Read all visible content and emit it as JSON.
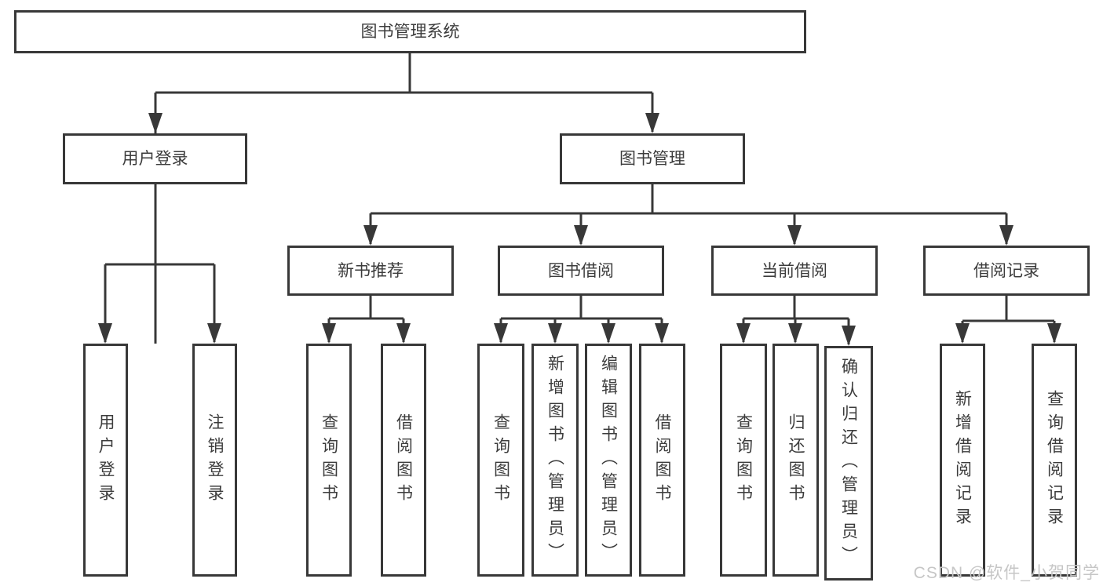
{
  "diagram": {
    "root": {
      "label": "图书管理系统"
    },
    "branches": [
      {
        "label": "用户登录",
        "children": [
          {
            "label": "用户登录"
          },
          {
            "label": "注销登录"
          }
        ]
      },
      {
        "label": "图书管理",
        "children": [
          {
            "label": "新书推荐",
            "children": [
              {
                "label": "查询图书"
              },
              {
                "label": "借阅图书"
              }
            ]
          },
          {
            "label": "图书借阅",
            "children": [
              {
                "label": "查询图书"
              },
              {
                "label": "新增图书（管理员）"
              },
              {
                "label": "编辑图书（管理员）"
              },
              {
                "label": "借阅图书"
              }
            ]
          },
          {
            "label": "当前借阅",
            "children": [
              {
                "label": "查询图书"
              },
              {
                "label": "归还图书"
              },
              {
                "label": "确认归还（管理员）"
              }
            ]
          },
          {
            "label": "借阅记录",
            "children": [
              {
                "label": "新增借阅记录"
              },
              {
                "label": "查询借阅记录"
              }
            ]
          }
        ]
      }
    ]
  },
  "watermark": {
    "text": "CSDN @软件_小贺同学"
  },
  "colors": {
    "line": "#383838",
    "border": "#383838",
    "text": "#3c3c3c",
    "watermark": "#c6c6c6",
    "background": "#ffffff"
  }
}
